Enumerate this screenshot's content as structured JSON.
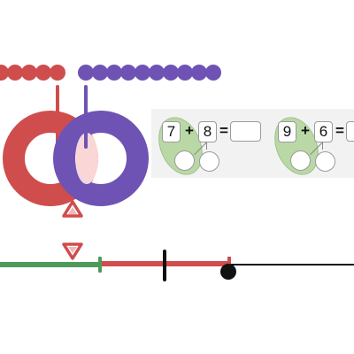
{
  "colors": {
    "red": "#cf4d4d",
    "purple": "#6e53b4",
    "green": "#4d9b5a",
    "leaf": "#b9d8a6"
  },
  "beads": {
    "red_count": 5,
    "purple_count": 10
  },
  "equations": [
    {
      "a": "7",
      "op": "+",
      "b": "8",
      "eq": "="
    },
    {
      "a": "9",
      "op": "+",
      "b": "6",
      "eq": "="
    }
  ]
}
